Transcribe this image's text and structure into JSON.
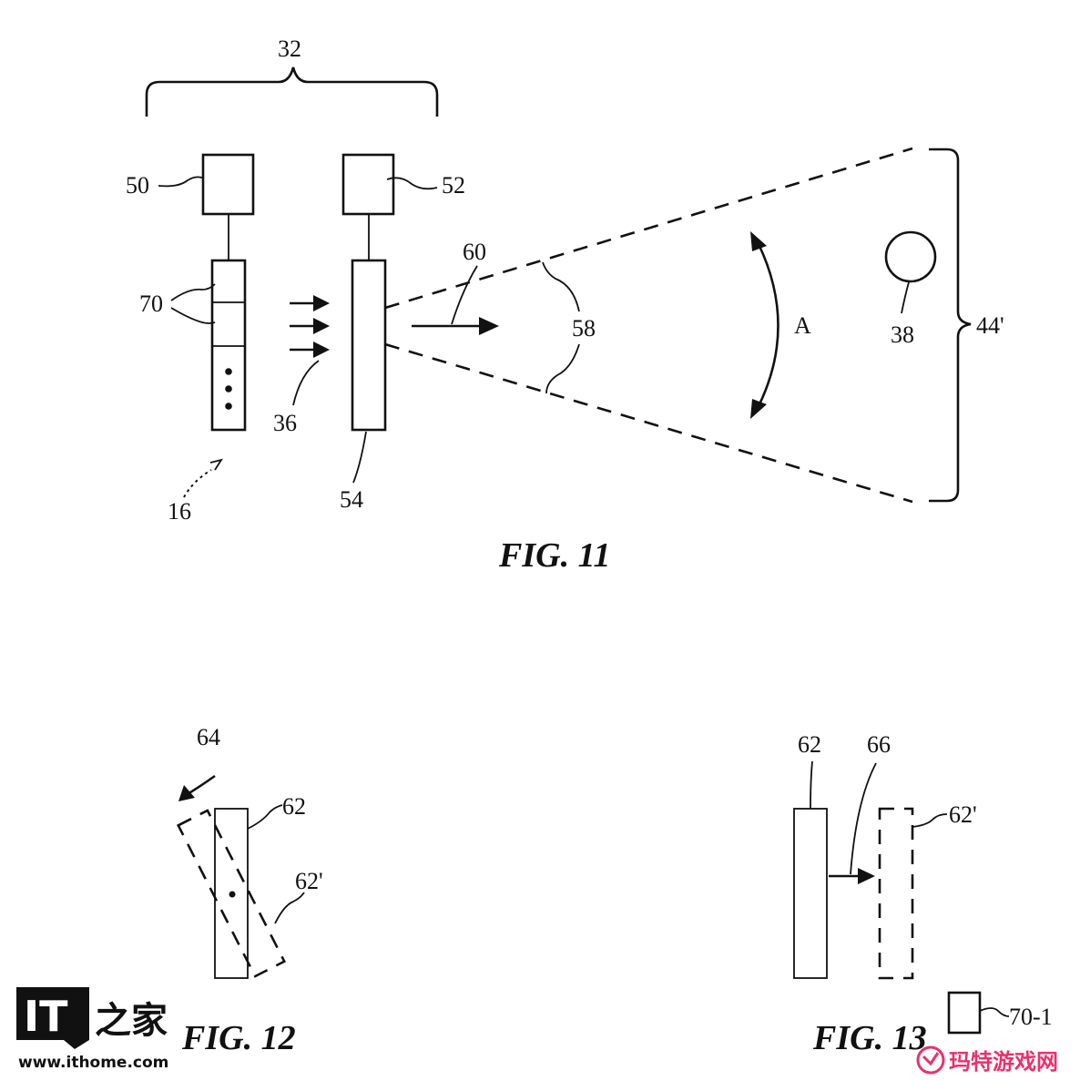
{
  "labels": {
    "l32": "32",
    "l50": "50",
    "l52": "52",
    "l70": "70",
    "l60": "60",
    "l58": "58",
    "lA": "A",
    "l38": "38",
    "l44": "44'",
    "l36": "36",
    "l16": "16",
    "l54": "54",
    "l64": "64",
    "l62a": "62",
    "l62pa": "62'",
    "l62b": "62",
    "l66": "66",
    "l62pb": "62'",
    "l701": "70-1"
  },
  "figures": {
    "fig11": "FIG. 11",
    "fig12": "FIG. 12",
    "fig13": "FIG. 13"
  },
  "watermark_left": {
    "logo_text": "IT之家",
    "url": "www.ithome.com"
  },
  "watermark_right": {
    "text": "玛特游戏网",
    "color": "#e8326c"
  }
}
